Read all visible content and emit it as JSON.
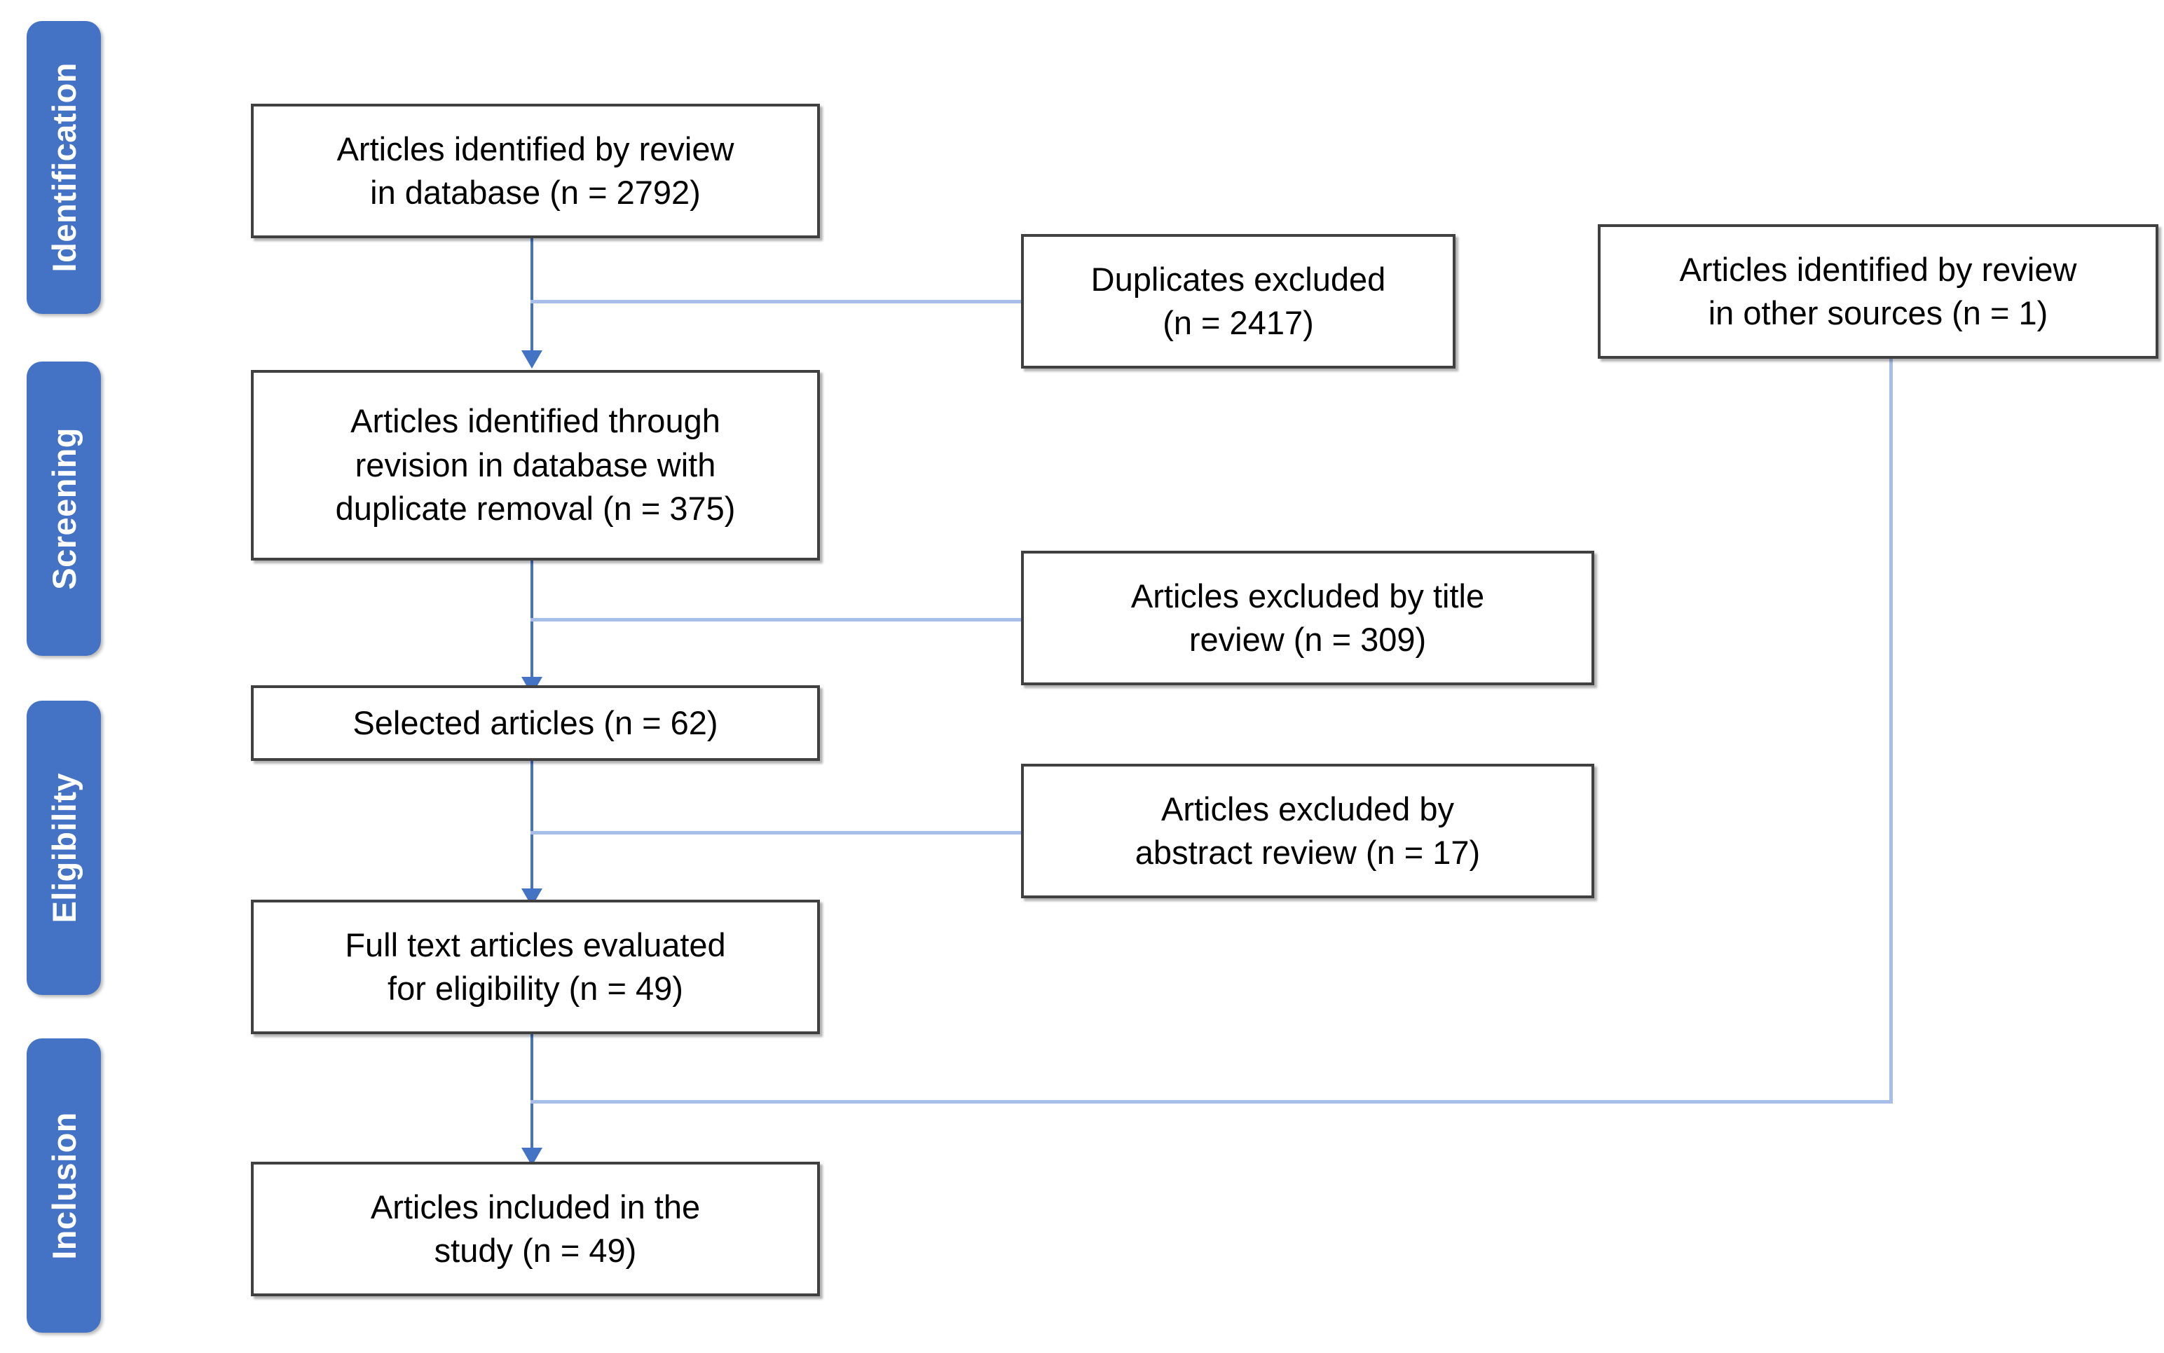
{
  "diagram": {
    "kind": "prisma-flow-diagram",
    "accent_color": "#4472C4",
    "connector_light_color": "#A7BEE8",
    "box_border_color": "#404040",
    "background_color": "#FFFFFF"
  },
  "stages": [
    {
      "label": "Identification"
    },
    {
      "label": "Screening"
    },
    {
      "label": "Eligibility"
    },
    {
      "label": "Inclusion"
    }
  ],
  "boxes": {
    "identified_database": {
      "text": "Articles identified by review\nin database (n = 2792)"
    },
    "other_sources": {
      "text": "Articles identified by review\nin other sources (n = 1)"
    },
    "duplicates_excluded": {
      "text": "Duplicates excluded\n(n = 2417)"
    },
    "after_duplicates": {
      "text": "Articles identified through\nrevision in database with\nduplicate removal (n = 375)"
    },
    "excluded_title": {
      "text": "Articles excluded by title\nreview (n = 309)"
    },
    "selected_articles": {
      "text": "Selected articles (n = 62)"
    },
    "excluded_abstract": {
      "text": "Articles excluded by\nabstract review (n = 17)"
    },
    "full_text_evaluated": {
      "text": "Full text articles evaluated\nfor eligibility (n = 49)"
    },
    "included_in_study": {
      "text": "Articles included in the\nstudy (n = 49)"
    }
  },
  "counts": {
    "identified_database": 2792,
    "other_sources": 1,
    "duplicates_excluded": 2417,
    "after_duplicate_removal": 375,
    "excluded_by_title": 309,
    "selected_articles": 62,
    "excluded_by_abstract": 17,
    "full_text_evaluated": 49,
    "included_in_study": 49
  }
}
